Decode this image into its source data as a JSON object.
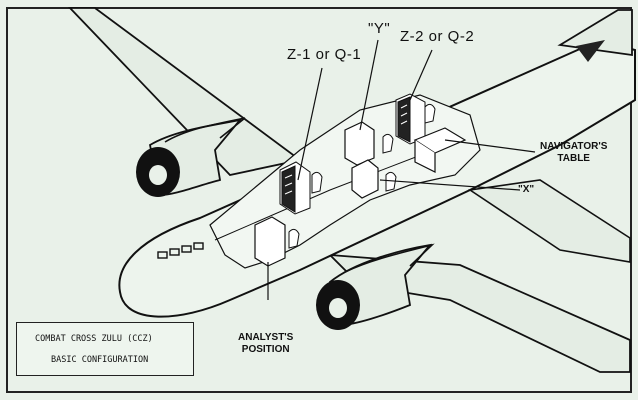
{
  "labels": {
    "z1": "Z-1 or Q-1",
    "y": "\"Y\"",
    "z2": "Z-2 or Q-2",
    "navigator_line1": "NAVIGATOR'S",
    "navigator_line2": "TABLE",
    "x": "\"X\"",
    "analyst_line1": "ANALYST'S",
    "analyst_line2": "POSITION"
  },
  "caption": {
    "line1": "COMBAT CROSS ZULU (CCZ)",
    "line2": "BASIC CONFIGURATION"
  },
  "colors": {
    "background": "#e9f1e9",
    "ink": "#111111"
  }
}
